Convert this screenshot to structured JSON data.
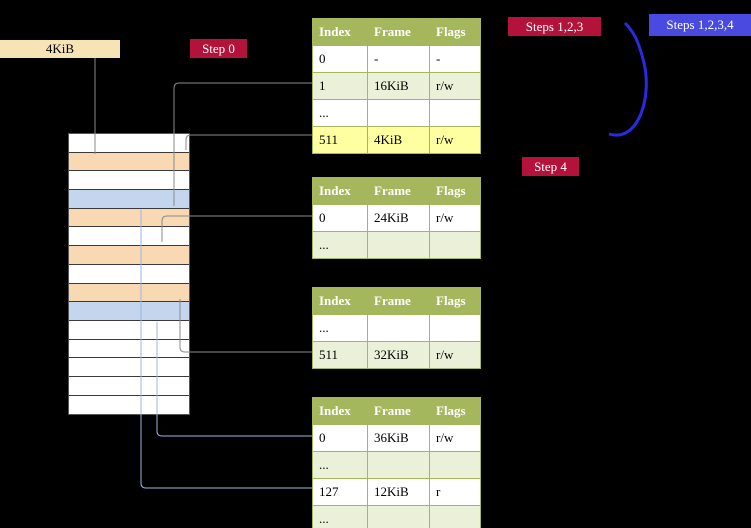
{
  "colors": {
    "background": "#000000",
    "crimson_badge": "#b3123a",
    "indigo_badge": "#4a4ae0",
    "table_header_green": "#a4b75c",
    "table_alt_row_green": "#ebf1d9",
    "highlight_yellow": "#feffa0",
    "page_table_frame_peach": "#f8d9b4",
    "mapped_frame_blue": "#c3d6ee",
    "arrow_gray": "#8a8a8a",
    "arrow_light_blue": "#9cb6e4",
    "loop_arrow_blue": "#2a2ae6",
    "cr3_box_beige": "#f6e4b5"
  },
  "cr3": {
    "label": "4KiB"
  },
  "badges": {
    "step0": "Step 0",
    "steps123": "Steps 1,2,3",
    "steps1234": "Steps 1,2,3,4",
    "step4": "Step 4"
  },
  "tables": {
    "level4": {
      "headers": [
        "Index",
        "Frame",
        "Flags"
      ],
      "rows": [
        {
          "cells": [
            "0",
            "-",
            "-"
          ],
          "variant": "plain"
        },
        {
          "cells": [
            "1",
            "16KiB",
            "r/w"
          ],
          "variant": "alt"
        },
        {
          "cells": [
            "...",
            "",
            ""
          ],
          "variant": "plain"
        },
        {
          "cells": [
            "511",
            "4KiB",
            "r/w"
          ],
          "variant": "highlight"
        }
      ]
    },
    "level3": {
      "headers": [
        "Index",
        "Frame",
        "Flags"
      ],
      "rows": [
        {
          "cells": [
            "0",
            "24KiB",
            "r/w"
          ],
          "variant": "plain"
        },
        {
          "cells": [
            "...",
            "",
            ""
          ],
          "variant": "alt"
        }
      ]
    },
    "level2": {
      "headers": [
        "Index",
        "Frame",
        "Flags"
      ],
      "rows": [
        {
          "cells": [
            "...",
            "",
            ""
          ],
          "variant": "plain"
        },
        {
          "cells": [
            "511",
            "32KiB",
            "r/w"
          ],
          "variant": "alt"
        }
      ]
    },
    "level1": {
      "headers": [
        "Index",
        "Frame",
        "Flags"
      ],
      "rows": [
        {
          "cells": [
            "0",
            "36KiB",
            "r/w"
          ],
          "variant": "plain"
        },
        {
          "cells": [
            "...",
            "",
            ""
          ],
          "variant": "alt"
        },
        {
          "cells": [
            "127",
            "12KiB",
            "r"
          ],
          "variant": "plain"
        },
        {
          "cells": [
            "...",
            "",
            ""
          ],
          "variant": "alt"
        }
      ]
    }
  },
  "memory": {
    "rows": [
      "free",
      "page-table",
      "free",
      "mapped-frame",
      "page-table",
      "free",
      "page-table",
      "free",
      "page-table",
      "mapped-frame",
      "free",
      "free",
      "free",
      "free",
      "free"
    ]
  }
}
